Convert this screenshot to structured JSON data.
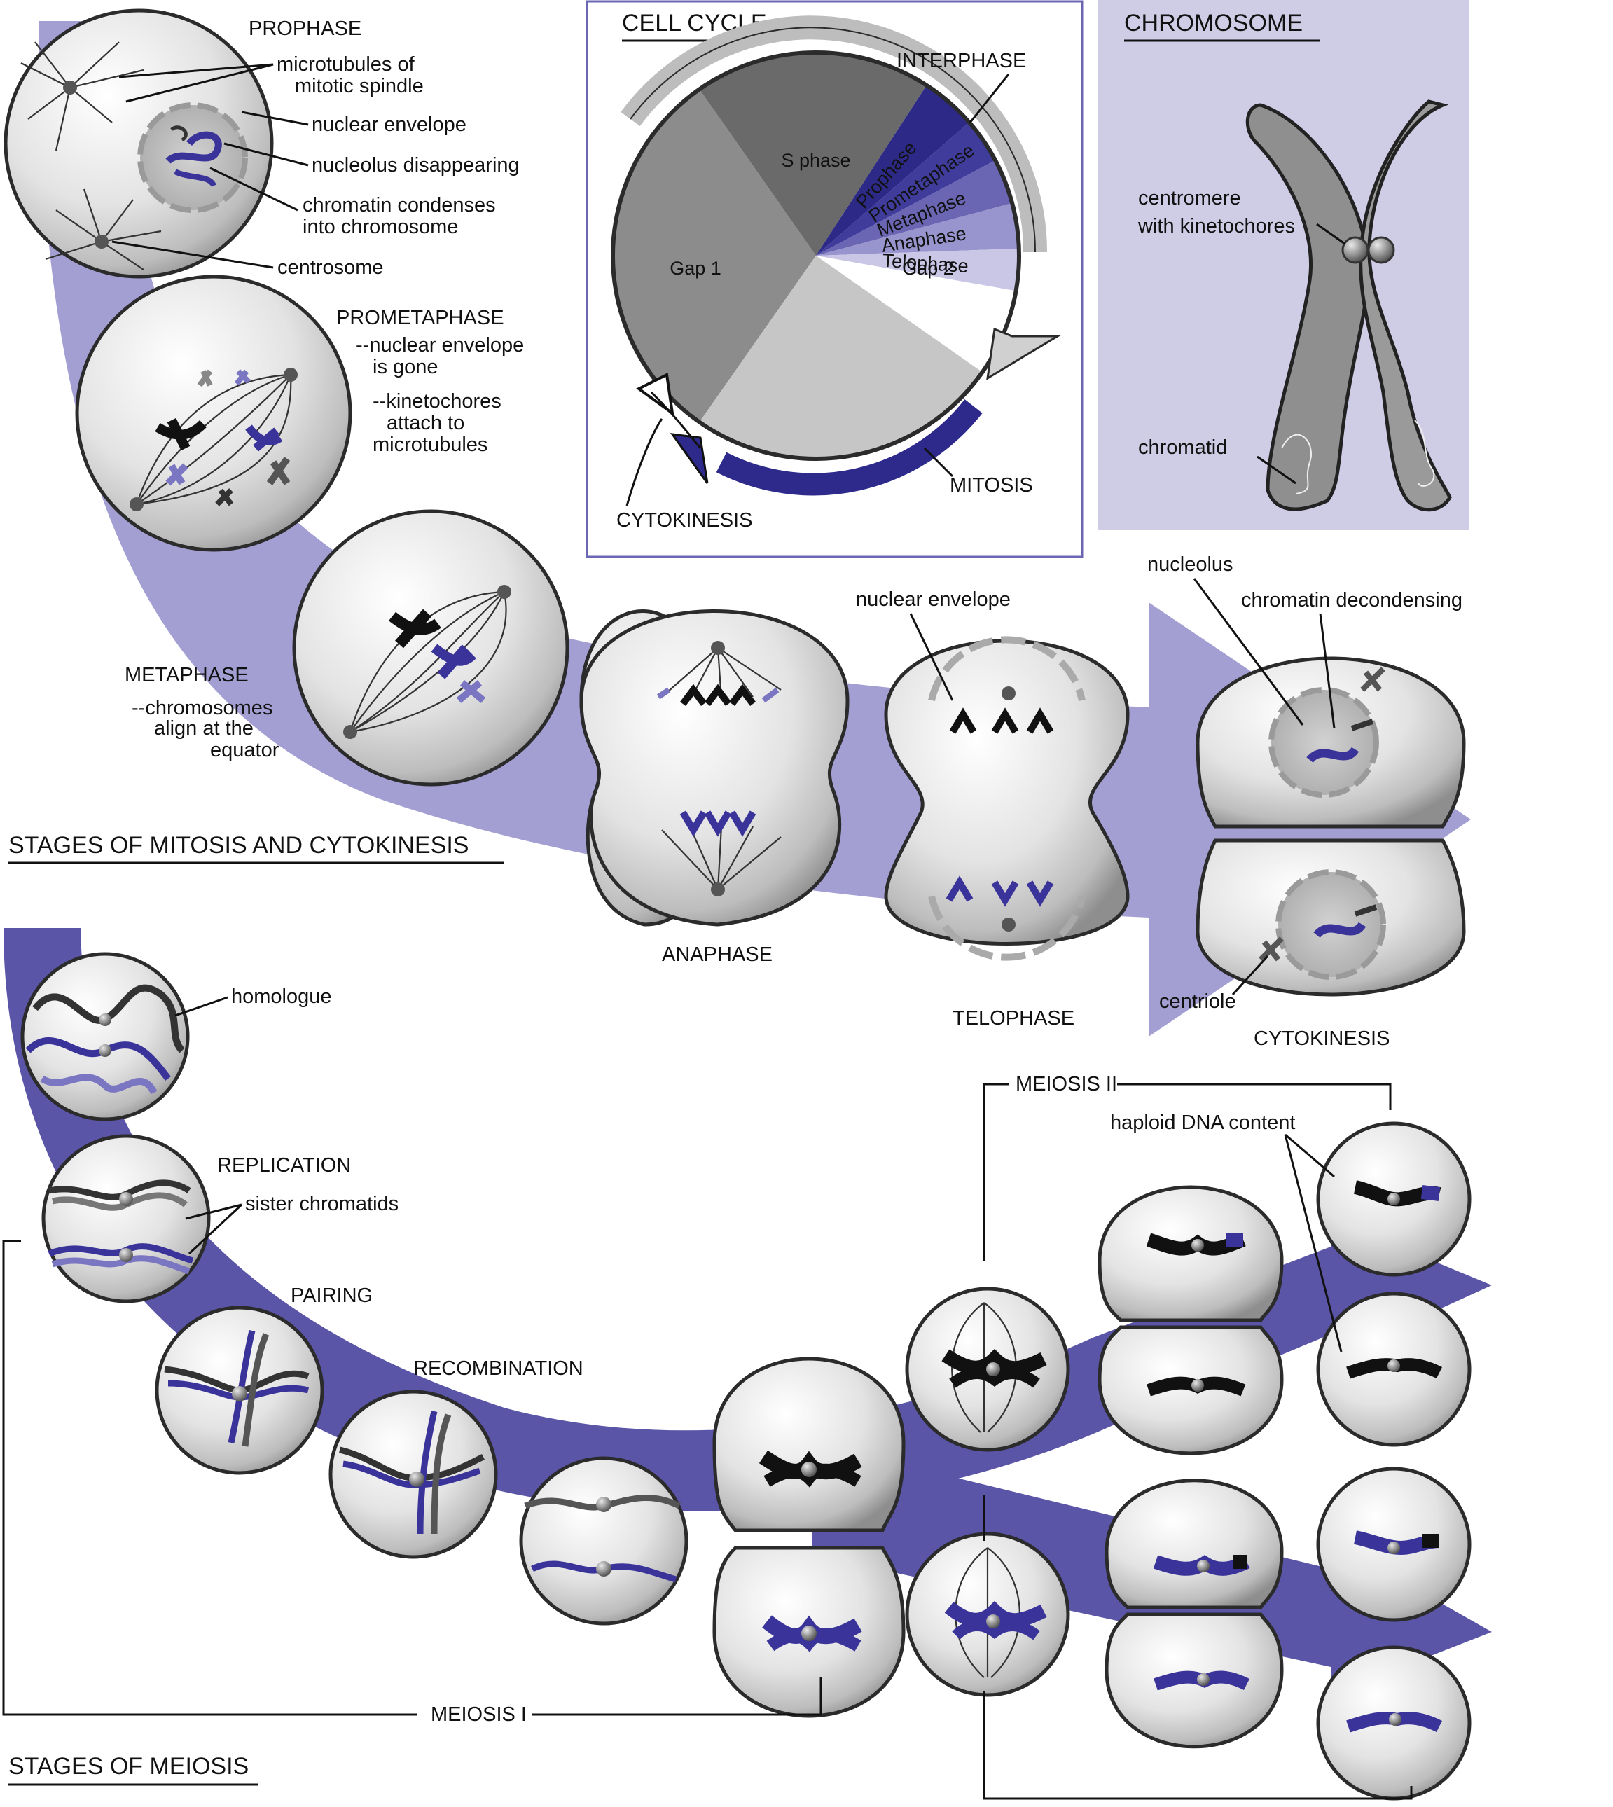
{
  "colors": {
    "arrow_light": "#a39fd3",
    "arrow_dark": "#5a55a6",
    "chromosome_panel_bg": "#cfcce6",
    "chromosome_blue": "#3a349a",
    "chromosome_lightblue": "#7b76c2",
    "chromosome_black": "#111111",
    "mitosis_arc": "#2d2a8c",
    "interphase_arc": "#bdbdbd"
  },
  "mitosis": {
    "section_title": "STAGES OF MITOSIS AND CYTOKINESIS",
    "prophase": {
      "title": "PROPHASE",
      "microtubules_1": "microtubules of",
      "microtubules_2": "mitotic spindle",
      "nuclear_envelope": "nuclear envelope",
      "nucleolus": "nucleolus disappearing",
      "chromatin_1": "chromatin condenses",
      "chromatin_2": "into chromosome",
      "centrosome": "centrosome"
    },
    "prometaphase": {
      "title": "PROMETAPHASE",
      "note_1": "--nuclear envelope",
      "note_2": "is gone",
      "note_3": "--kinetochores",
      "note_4": "attach to",
      "note_5": "microtubules"
    },
    "metaphase": {
      "title": "METAPHASE",
      "note_1": "--chromosomes",
      "note_2": "align at the",
      "note_3": "equator"
    },
    "anaphase": {
      "title": "ANAPHASE"
    },
    "telophase": {
      "title": "TELOPHASE",
      "nuclear_envelope": "nuclear envelope"
    },
    "cytokinesis": {
      "title": "CYTOKINESIS",
      "nucleolus": "nucleolus",
      "chromatin": "chromatin decondensing",
      "centriole": "centriole"
    }
  },
  "cell_cycle": {
    "title": "CELL CYCLE",
    "interphase": "INTERPHASE",
    "mitosis": "MITOSIS",
    "cytokinesis": "CYTOKINESIS",
    "phases": [
      {
        "label": "S phase",
        "color": "#8c8c8c",
        "text_color": "#111111"
      },
      {
        "label": "Gap 2",
        "color": "#6a6a6a",
        "text_color": "#111111"
      },
      {
        "label": "Prophase",
        "color": "#2c2a86",
        "text_color": "#ffffff"
      },
      {
        "label": "Prometaphase",
        "color": "#3f3c9c",
        "text_color": "#ffffff"
      },
      {
        "label": "Metaphase",
        "color": "#6a66b3",
        "text_color": "#ffffff"
      },
      {
        "label": "Anaphase",
        "color": "#9894cd",
        "text_color": "#111111"
      },
      {
        "label": "Telophase",
        "color": "#c9c6e6",
        "text_color": "#111111"
      },
      {
        "label": "",
        "color": "#ffffff",
        "text_color": "#111111"
      },
      {
        "label": "Gap 1",
        "color": "#c6c6c6",
        "text_color": "#111111"
      }
    ]
  },
  "chromosome": {
    "title": "CHROMOSOME",
    "centromere_1": "centromere",
    "centromere_2": "with kinetochores",
    "chromatid": "chromatid"
  },
  "meiosis": {
    "section_title": "STAGES OF MEIOSIS",
    "homologue": "homologue",
    "replication": "REPLICATION",
    "sister_chromatids": "sister chromatids",
    "pairing": "PAIRING",
    "recombination": "RECOMBINATION",
    "meiosis_1": "MEIOSIS I",
    "meiosis_2": "MEIOSIS II",
    "haploid": "haploid DNA content"
  }
}
